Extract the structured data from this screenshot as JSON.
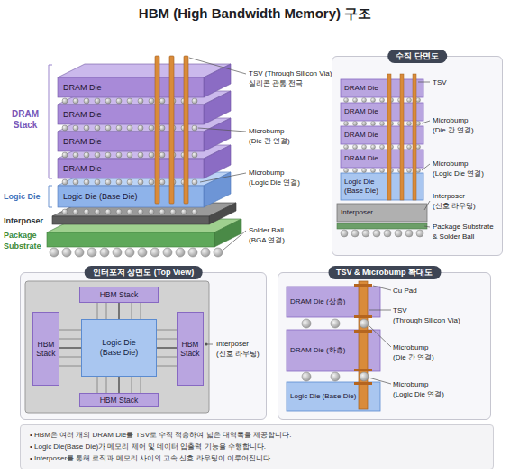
{
  "diagram": {
    "title": "HBM (High Bandwidth Memory) 구조",
    "nodes": [
      {
        "text": [
          "DRAM Die"
        ]
      },
      {
        "text": [
          "DRAM Die"
        ]
      },
      {
        "text": [
          "DRAM Die"
        ]
      },
      {
        "text": [
          "DRAM Die"
        ]
      },
      {
        "text": [
          "Logic Die (Base Die)"
        ]
      },
      {
        "text": [
          "수직 단면도"
        ]
      },
      {
        "text": [
          "DRAM Die"
        ],
        "in": 5
      },
      {
        "text": [
          "DRAM Die"
        ],
        "in": 5
      },
      {
        "text": [
          "DRAM Die"
        ],
        "in": 5
      },
      {
        "text": [
          "DRAM Die"
        ],
        "in": 5
      },
      {
        "text": [
          "Logic Die (Base Die)"
        ],
        "in": 5
      },
      {
        "text": [
          "Interposer"
        ],
        "in": 5
      },
      {
        "text": [
          "인터포저 상면도 (Top View)"
        ]
      },
      {
        "text": [
          "HBM Stack"
        ],
        "in": 12
      },
      {
        "text": [
          "HBM Stack"
        ],
        "in": 12
      },
      {
        "text": [
          "Logic Die (Base Die)"
        ],
        "in": 12
      },
      {
        "text": [
          "HBM Stack"
        ],
        "in": 12
      },
      {
        "text": [
          "HBM Stack"
        ],
        "in": 12
      },
      {
        "text": [
          "TSV & Microbump 확대도"
        ]
      },
      {
        "text": [
          "DRAM Die (상층)"
        ],
        "in": 18
      },
      {
        "text": [
          "DRAM Die (하층)"
        ],
        "in": 18
      },
      {
        "text": [
          "Logic Die (Base Die)"
        ],
        "in": 18
      },
      {
        "text": [
          "• HBM은 여러 개의 DRAM Die를 TSV로 수직 적층하여 넓은 대역폭을 제공합니다.",
          "• Logic Die(Base Die)가 메모리 제어 및 데이터 입출력 기능을 수행합니다.",
          "• Interposer를 통해 로직과 메모리 사이의 고속 신호 라우팅이 이루어집니다."
        ]
      }
    ],
    "edges": [
      {
        "from": 13,
        "to": 15,
        "arrow": "none"
      },
      {
        "from": 14,
        "to": 15,
        "arrow": "none"
      },
      {
        "from": 16,
        "to": 15,
        "arrow": "none"
      },
      {
        "from": 17,
        "to": 15,
        "arrow": "none"
      }
    ],
    "labels": [
      "DRAM Stack",
      "Logic Die",
      "Interposer",
      "Package Substrate",
      "TSV (Through Silicon Via)",
      "실리콘 관통 전극",
      "Microbump",
      "(Die 간 연결)",
      "Microbump",
      "(Logic Die 연결)",
      "Solder Ball",
      "(BGA 연결)",
      "TSV",
      "Microbump",
      "(Die 간 연결)",
      "Microbump",
      "(Logic Die 연결)",
      "Interposer",
      "(신호 라우팅)",
      "Package Substrate",
      "& Solder Ball",
      "Interposer",
      "(신호 라우팅)",
      "Cu Pad",
      "TSV",
      "(Through Silicon Via)",
      "Microbump",
      "(Die 간 연결)",
      "Microbump",
      "(Logic Die 연결)"
    ]
  }
}
